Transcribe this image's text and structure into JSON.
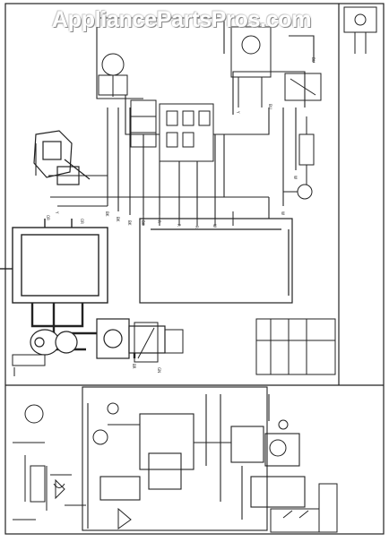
{
  "watermark": "AppliancePartsPros.com",
  "wire_labels": [
    "BK",
    "BK",
    "BK",
    "BK",
    "R",
    "R",
    "R",
    "W",
    "W",
    "W",
    "BU",
    "BU",
    "Y",
    "Y",
    "OR",
    "OR",
    "BR",
    "GN"
  ],
  "colors": {
    "ink": "#222222",
    "paper": "#ffffff",
    "grid_fill": "#dcdcdc"
  }
}
